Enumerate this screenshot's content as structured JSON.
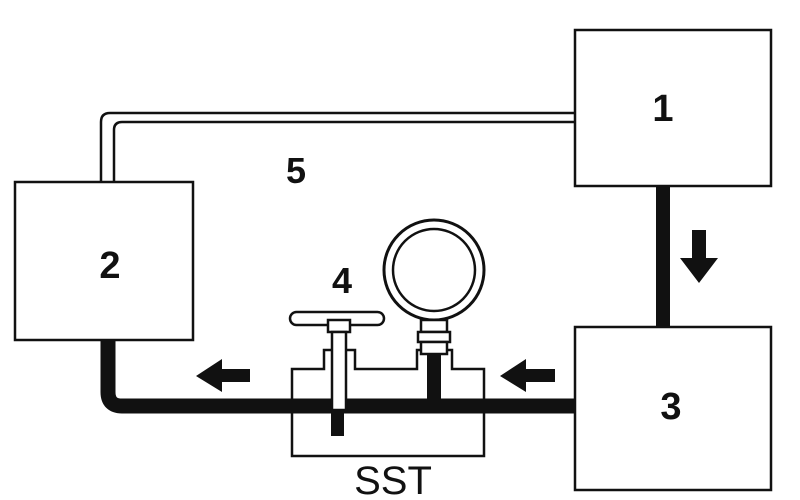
{
  "labels": {
    "component_1": "1",
    "component_2": "2",
    "component_3": "3",
    "component_4": "4",
    "component_5": "5",
    "tool": "SST"
  },
  "colors": {
    "line": "#111111",
    "background": "#ffffff"
  },
  "icons": {
    "flow_arrow": "arrow-icon",
    "pressure_gauge": "pressure-gauge-icon",
    "valve_handle": "valve-handle-icon"
  }
}
